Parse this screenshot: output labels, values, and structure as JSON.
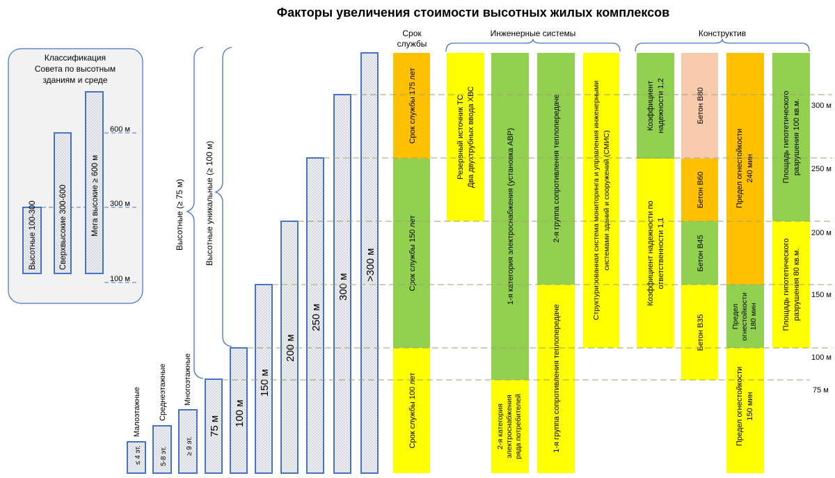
{
  "title": "Факторы увеличения стоимости высотных жилых комплексов",
  "classification": {
    "heading": [
      "Классификация",
      "Совета по высотным",
      "зданиям и среде"
    ],
    "bars": [
      {
        "label": "Высотные 100-300"
      },
      {
        "label": "Сверхвысокие 300-600"
      },
      {
        "label": "Мега высокие ≥ 600 м"
      }
    ],
    "ticks": [
      "600 м",
      "300 м",
      "100 м"
    ]
  },
  "brackets": {
    "high": "Высотные (≥ 75 м)",
    "unique": "Высотные уникальные (≥ 100 м)"
  },
  "floors": [
    {
      "label": "≤ 4 эт.",
      "category": "Малоэтажные"
    },
    {
      "label": "5-8 эт.",
      "category": "Среднеэтажные"
    },
    {
      "label": "≥ 9 эт.",
      "category": "Многоэтажные"
    }
  ],
  "heights": [
    "75 м",
    "100 м",
    "150 м",
    "200 м",
    "250 м",
    "300 м",
    ">300 м"
  ],
  "headers": {
    "service": [
      "Срок",
      "службы"
    ],
    "engineering": "Инженерные системы",
    "structure": "Конструктив"
  },
  "levels": [
    "300 м",
    "250 м",
    "200 м",
    "150 м",
    "100 м",
    "75 м"
  ],
  "service_life": [
    "Срок службы 175 лет",
    "Срок службы 150 лет",
    "Срок службы 100 лет"
  ],
  "engineering": {
    "reserve": [
      "Резервный источник ТС",
      "Два двухтрубных ввода ХВС"
    ],
    "power1": "1-я категория электроснабжения (установка АВР)",
    "power2": [
      "2-я категория",
      "электроснабжения",
      "ряда потребителей"
    ],
    "heat2": "2-я группа сопротивления теплопередаче",
    "heat1": "1-я группа сопротивления теплопередаче",
    "smis": [
      "Структурированная система мониторинга и управления инженерными",
      "системами зданий и сооружений (СМИС)"
    ]
  },
  "structure": {
    "reliability": [
      "Коэффициент",
      "надежности 1,2"
    ],
    "responsibility": [
      "Коэффициент надежности по",
      "ответственности 1,1"
    ],
    "concrete": [
      "Бетон В80",
      "Бетон В60",
      "Бетон В45",
      "Бетон В35"
    ],
    "fire240": [
      "Предел огнестойкости",
      "240 мин"
    ],
    "fire180": [
      "Предел",
      "огнестойкости",
      "180 мин"
    ],
    "fire150": [
      "Предел огнестойкости",
      "150 мин"
    ],
    "area100": [
      "Площадь гипотетического",
      "разрушения 100 кв.м."
    ],
    "area80": [
      "Площадь гипотетического",
      "разрушения 80 кв.м."
    ]
  },
  "colors": {
    "orange": "#ffc000",
    "green": "#92d050",
    "yellow": "#ffff00",
    "peach": "#f8cbad",
    "bar_border": "#4472c4"
  }
}
